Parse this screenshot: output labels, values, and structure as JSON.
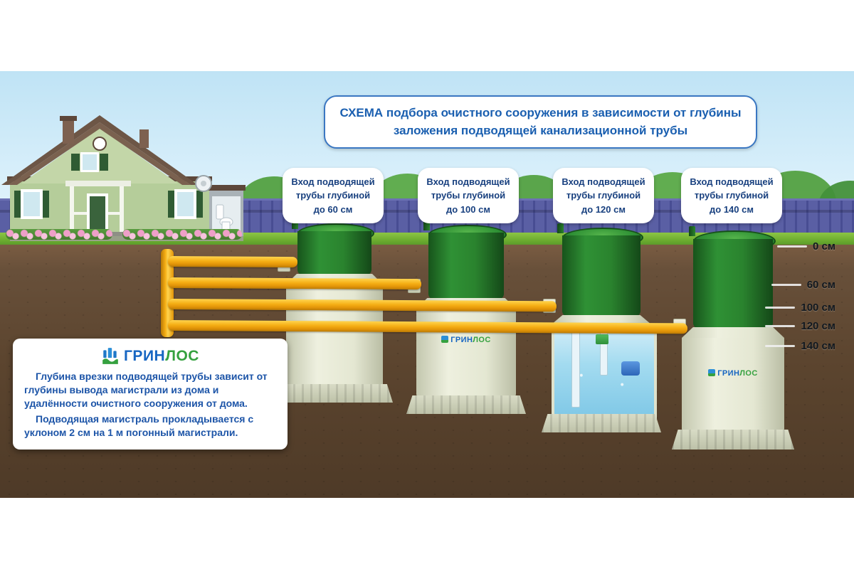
{
  "title": {
    "line1": "СХЕМА подбора очистного сооружения в зависимости от глубины",
    "line2": "заложения подводящей канализационной трубы"
  },
  "callouts": [
    {
      "line1": "Вход подводящей",
      "line2": "трубы глубиной",
      "line3": "до 60 см"
    },
    {
      "line1": "Вход подводящей",
      "line2": "трубы глубиной",
      "line3": "до 100 см"
    },
    {
      "line1": "Вход подводящей",
      "line2": "трубы глубиной",
      "line3": "до 120 см"
    },
    {
      "line1": "Вход подводящей",
      "line2": "трубы глубиной",
      "line3": "до 140 см"
    }
  ],
  "depth_scale": {
    "labels": [
      "0 см",
      "60 см",
      "100 см",
      "120 см",
      "140 см"
    ]
  },
  "brand": {
    "part1": "ГРИН",
    "part2": "ЛОС"
  },
  "info_box": {
    "paragraph1": "Глубина врезки подводящей трубы зависит от глубины вывода магистрали из дома и удалённости очистного сооружения от дома.",
    "paragraph2": "Подводящая магистраль прокладывается с уклоном 2 см на 1 м погонный магистрали."
  },
  "icons": {
    "grinlos_logo": "blue-buildings-over-green-wave"
  },
  "colors": {
    "accent_blue": "#1a5fb0",
    "callout_text": "#18407f",
    "brand_blue": "#1766c2",
    "brand_green": "#35a13f",
    "pipe_yellow": "#f5ae14",
    "tank_green": "#2f9135",
    "tank_beige": "#e8ebd7",
    "ground_brown": "#5c452f",
    "sky_blue": "#cfe9f7",
    "fence_purple": "#5a5fa4"
  }
}
